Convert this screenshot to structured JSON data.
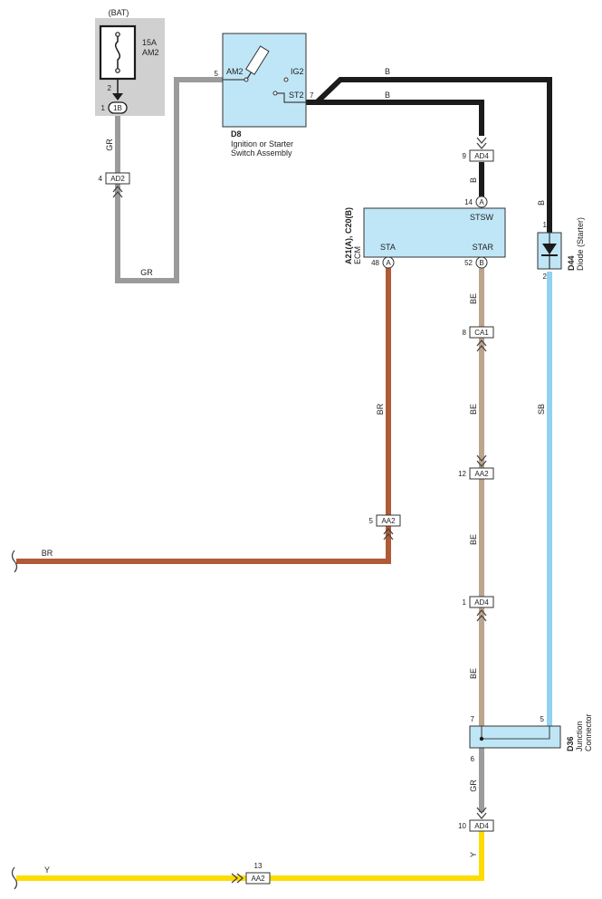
{
  "colors": {
    "black": "#1b1b1b",
    "gray": "#9b9b9b",
    "brown": "#b05a36",
    "beige": "#bca58d",
    "skyblue": "#8fd3f4",
    "yellow": "#ffdc00",
    "component_fill": "#bfe6f6",
    "fuse_bg": "#d0d0d0"
  },
  "fuse": {
    "source": "(BAT)",
    "rating": "15A",
    "name": "AM2",
    "pin_top": "2",
    "pin_conn": "1",
    "conn_id": "1B"
  },
  "d8": {
    "code": "D8",
    "desc_line1": "Ignition or Starter",
    "desc_line2": "Switch Assembly",
    "pin_am2": "5",
    "label_am2": "AM2",
    "label_ig2": "IG2",
    "label_st2": "ST2",
    "pin_st2": "7"
  },
  "ecm": {
    "code": "A21(A), C20(B)",
    "name": "ECM",
    "label_stsw": "STSW",
    "pin_stsw": "14",
    "conn_stsw": "A",
    "label_sta": "STA",
    "pin_sta": "48",
    "conn_sta": "A",
    "label_star": "STAR",
    "pin_star": "52",
    "conn_star": "B"
  },
  "d44": {
    "code": "D44",
    "name": "Diode (Starter)",
    "pin_top": "1",
    "pin_bottom": "2"
  },
  "d36": {
    "code": "D36",
    "name_line1": "Junction",
    "name_line2": "Connector",
    "pin_7": "7",
    "pin_5": "5",
    "pin_6": "6"
  },
  "connectors": {
    "ad2": {
      "id": "AD2",
      "pin": "4"
    },
    "ad4_top": {
      "id": "AD4",
      "pin": "9"
    },
    "ca1": {
      "id": "CA1",
      "pin": "8"
    },
    "aa2_mid": {
      "id": "AA2",
      "pin": "12"
    },
    "aa2_left": {
      "id": "AA2",
      "pin": "5"
    },
    "ad4_mid": {
      "id": "AD4",
      "pin": "1"
    },
    "ad4_bottom": {
      "id": "AD4",
      "pin": "10"
    },
    "aa2_bottom": {
      "id": "AA2",
      "pin": "13"
    }
  },
  "wires": {
    "gr_1": "GR",
    "gr_2": "GR",
    "b_top": "B",
    "b_mid": "B",
    "b_ad4": "B",
    "b_diode": "B",
    "be_1": "BE",
    "be_2": "BE",
    "be_3": "BE",
    "be_4": "BE",
    "br_1": "BR",
    "br_2": "BR",
    "sb": "SB",
    "gr_3": "GR",
    "y_1": "Y",
    "y_2": "Y"
  }
}
